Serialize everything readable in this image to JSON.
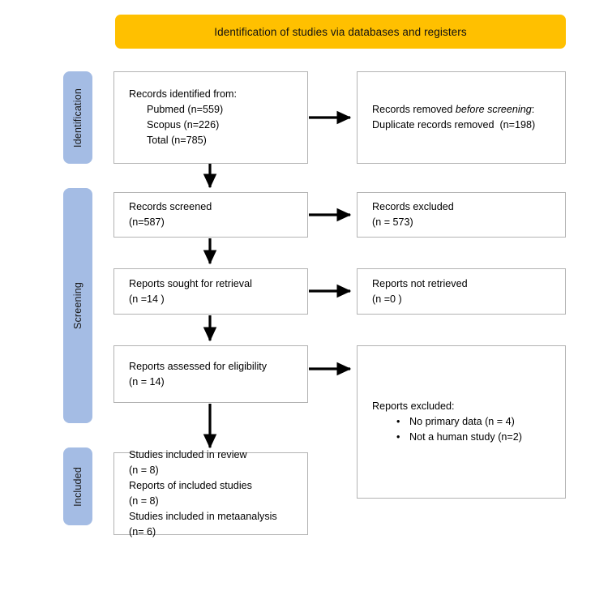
{
  "banner": {
    "label": "Identification of studies via databases and registers",
    "color": "#FFC000"
  },
  "stages": {
    "color": "#A4BCE4",
    "items": [
      {
        "id": "identification",
        "label": "Identification"
      },
      {
        "id": "screening",
        "label": "Screening"
      },
      {
        "id": "included",
        "label": "Included"
      }
    ]
  },
  "boxes": {
    "identified": {
      "lines": [
        "Records identified from:",
        "Pubmed (n=559)",
        "Scopus (n=226)",
        "Total (n=785)"
      ]
    },
    "removed": {
      "line1_pre": "Records removed ",
      "line1_em": "before screening",
      "line1_post": ":",
      "line2": "Duplicate records removed  (n=198)"
    },
    "screened": {
      "lines": [
        "Records screened",
        "(n=587)"
      ]
    },
    "excluded": {
      "lines": [
        "Records excluded",
        "(n = 573)"
      ]
    },
    "sought": {
      "lines": [
        "Reports sought for retrieval",
        "(n =14 )"
      ]
    },
    "not_retrieved": {
      "lines": [
        "Reports not retrieved",
        "(n =0 )"
      ]
    },
    "assessed": {
      "lines": [
        "Reports assessed for eligibility",
        "(n = 14)"
      ]
    },
    "reports_excluded": {
      "heading": "Reports excluded:",
      "bullets": [
        "No primary data (n = 4)",
        "Not a human study (n=2)"
      ]
    },
    "included": {
      "lines": [
        "Studies included in review",
        "(n = 8)",
        "Reports of included studies",
        "(n = 8)",
        "Studies included in metaanalysis",
        "(n= 6)"
      ]
    }
  }
}
